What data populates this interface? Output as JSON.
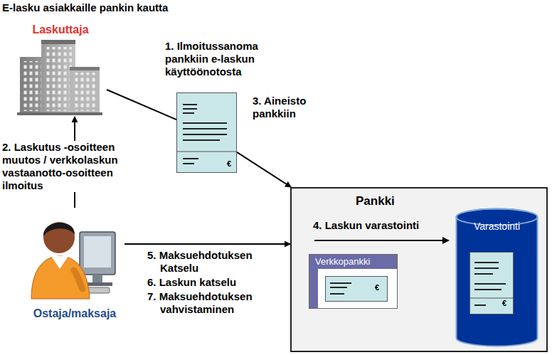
{
  "diagram": {
    "title": "E-lasku asiakkaille pankin kautta",
    "nodes": [
      {
        "text": [
          "Laskuttaja"
        ]
      },
      {
        "text": [
          "€"
        ]
      },
      {
        "text": [
          "Ostaja/maksaja"
        ]
      },
      {
        "text": [
          "Pankki"
        ]
      },
      {
        "text": [
          "Verkkopankki",
          "€"
        ],
        "in": 3
      },
      {
        "text": [
          "Varastointi",
          "€"
        ],
        "in": 3
      }
    ],
    "edges": [
      {
        "from": 0,
        "to": 1,
        "arrow": "none"
      },
      {
        "from": 1,
        "to": 3,
        "arrow": "to"
      },
      {
        "from": 2,
        "to": 0,
        "arrow": "to"
      },
      {
        "from": 2,
        "to": 3,
        "arrow": "to"
      },
      {
        "from": 4,
        "to": 5,
        "arrow": "to"
      }
    ],
    "labels": [
      "1. Ilmoitussanoma pankkiin e-laskun käyttöönotosta",
      "2. Laskutus -osoitteen muutos / verkkolaskun vastaanotto-osoitteen ilmoitus",
      "3. Aineisto pankkiin",
      "4. Laskun varastointi",
      "5. Maksuehdotuksen Katselu",
      "6. Laskun katselu",
      "7. Maksuehdotuksen vahvistaminen"
    ]
  }
}
